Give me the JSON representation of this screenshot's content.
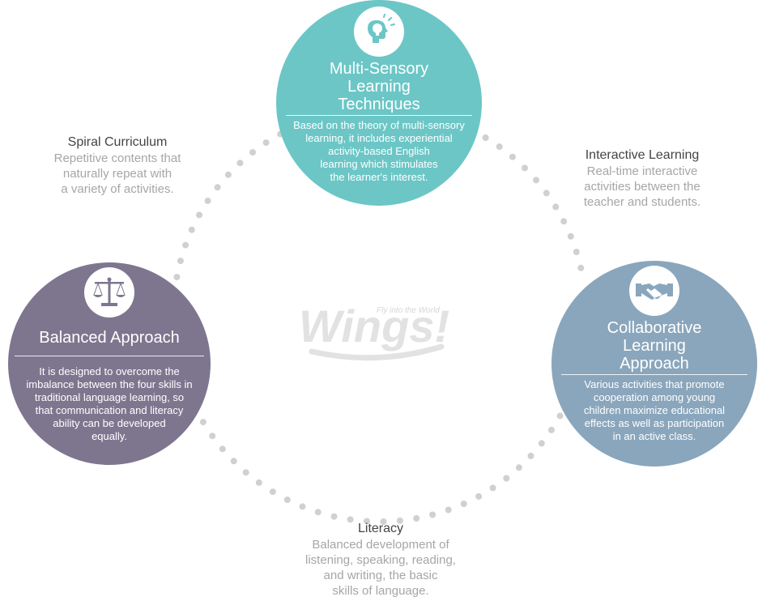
{
  "nodes": {
    "top": {
      "title": [
        "Multi-Sensory",
        "Learning",
        "Techniques"
      ],
      "description": [
        "Based on the theory of multi-sensory",
        "learning, it includes experiential",
        "activity-based English",
        "learning which stimulates",
        "the learner's interest."
      ],
      "icon": "lightbulb-head-icon",
      "color": "#6cc6c6"
    },
    "left": {
      "title": [
        "Balanced Approach"
      ],
      "description": [
        "It is designed to overcome the",
        "imbalance between the four skills in",
        "traditional language learning, so",
        "that communication and literacy",
        "ability can be developed",
        "equally."
      ],
      "icon": "balance-scale-icon",
      "color": "#7e768f"
    },
    "right": {
      "title": [
        "Collaborative",
        "Learning",
        "Approach"
      ],
      "description": [
        "Various activities that promote",
        "cooperation among young",
        "children maximize educational",
        "effects as well as participation",
        "in an active class."
      ],
      "icon": "handshake-icon",
      "color": "#8aa6bc"
    }
  },
  "labels": {
    "spiral": {
      "title": "Spiral Curriculum",
      "description": [
        "Repetitive contents that",
        "naturally repeat with",
        "a variety of activities."
      ]
    },
    "interactive": {
      "title": "Interactive Learning",
      "description": [
        "Real-time interactive",
        "activities between the",
        "teacher and students."
      ]
    },
    "literacy": {
      "title": "Literacy",
      "description": [
        "Balanced development of",
        "listening, speaking, reading,",
        "and writing, the basic",
        "skills of language."
      ]
    }
  },
  "logo": {
    "wordmark": "Wings!",
    "tagline": "Fly into the World"
  },
  "colors": {
    "dots": "#d0d0d0",
    "label_title": "#444444",
    "label_desc": "#a6a6a6",
    "logo": "#e2e2e2"
  }
}
